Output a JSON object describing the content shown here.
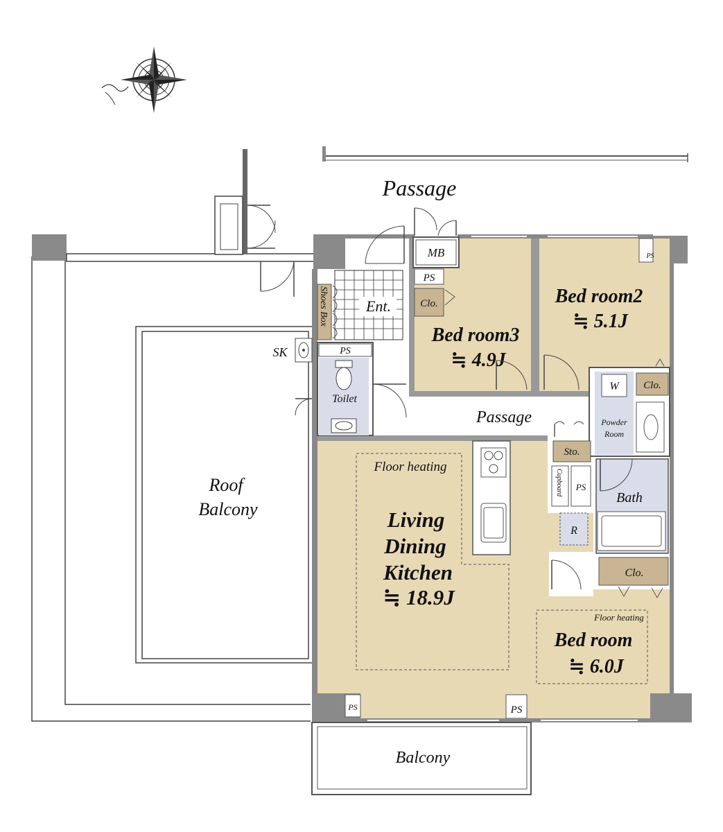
{
  "labels": {
    "passage_outer": "Passage",
    "passage_inner": "Passage",
    "mb": "MB",
    "ps_entry": "PS",
    "clo_entry": "Clo.",
    "ent": "Ent.",
    "shoes_box": "Shoes Box",
    "sk": "SK",
    "ps_toilet": "PS",
    "toilet": "Toilet",
    "ps_corner": "PS",
    "w": "W",
    "clo_powder": "Clo.",
    "powder_room_line1": "Powder",
    "powder_room_line2": "Room",
    "sto": "Sto.",
    "cupboard": "Cupboard",
    "ps_bath": "PS",
    "bath": "Bath",
    "r": "R",
    "clo_bed": "Clo.",
    "ps_left": "PS",
    "ps_right": "PS",
    "balcony": "Balcony",
    "roof_balcony_line1": "Roof",
    "roof_balcony_line2": "Balcony"
  },
  "rooms": {
    "bed3": {
      "name": "Bed room3",
      "size": "≒ 4.9J"
    },
    "bed2": {
      "name": "Bed room2",
      "size": "≒ 5.1J"
    },
    "ldk": {
      "line1": "Living",
      "line2": "Dining",
      "line3": "Kitchen",
      "size": "≒ 18.9J",
      "floor_heating": "Floor heating"
    },
    "bed": {
      "name": "Bed room",
      "size": "≒ 6.0J",
      "floor_heating": "Floor heating"
    }
  },
  "colors": {
    "room_fill": "#e8d9b5",
    "wet_fill": "#d9dde9",
    "storage_fill": "#c9b593",
    "wall": "#8a8a8a",
    "white": "#ffffff"
  },
  "icons": {
    "compass": "compass-rose-icon"
  }
}
